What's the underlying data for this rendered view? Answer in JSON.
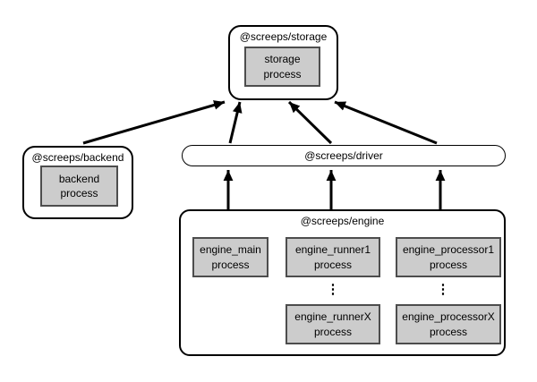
{
  "nodes": {
    "storage": {
      "title": "@screeps/storage",
      "process": {
        "line1": "storage",
        "line2": "process"
      }
    },
    "backend": {
      "title": "@screeps/backend",
      "process": {
        "line1": "backend",
        "line2": "process"
      }
    },
    "driver": {
      "title": "@screeps/driver"
    },
    "engine": {
      "title": "@screeps/engine",
      "boxes": [
        {
          "line1": "engine_main",
          "line2": "process"
        },
        {
          "line1": "engine_runner1",
          "line2": "process"
        },
        {
          "line1": "engine_processor1",
          "line2": "process"
        },
        {
          "line1": "engine_runnerX",
          "line2": "process"
        },
        {
          "line1": "engine_processorX",
          "line2": "process"
        }
      ],
      "ellipsis_glyph": "⋮"
    }
  },
  "edges": [
    {
      "from": "backend",
      "to": "storage"
    },
    {
      "from": "driver",
      "to": "storage"
    },
    {
      "from": "driver",
      "to": "storage"
    },
    {
      "from": "driver",
      "to": "storage"
    },
    {
      "from": "engine",
      "to": "driver"
    },
    {
      "from": "engine",
      "to": "driver"
    },
    {
      "from": "engine",
      "to": "driver"
    }
  ],
  "colors": {
    "background": "#ffffff",
    "container_border": "#000000",
    "process_fill": "#cccccc",
    "process_border": "#4d4d4d",
    "arrow": "#000000"
  }
}
